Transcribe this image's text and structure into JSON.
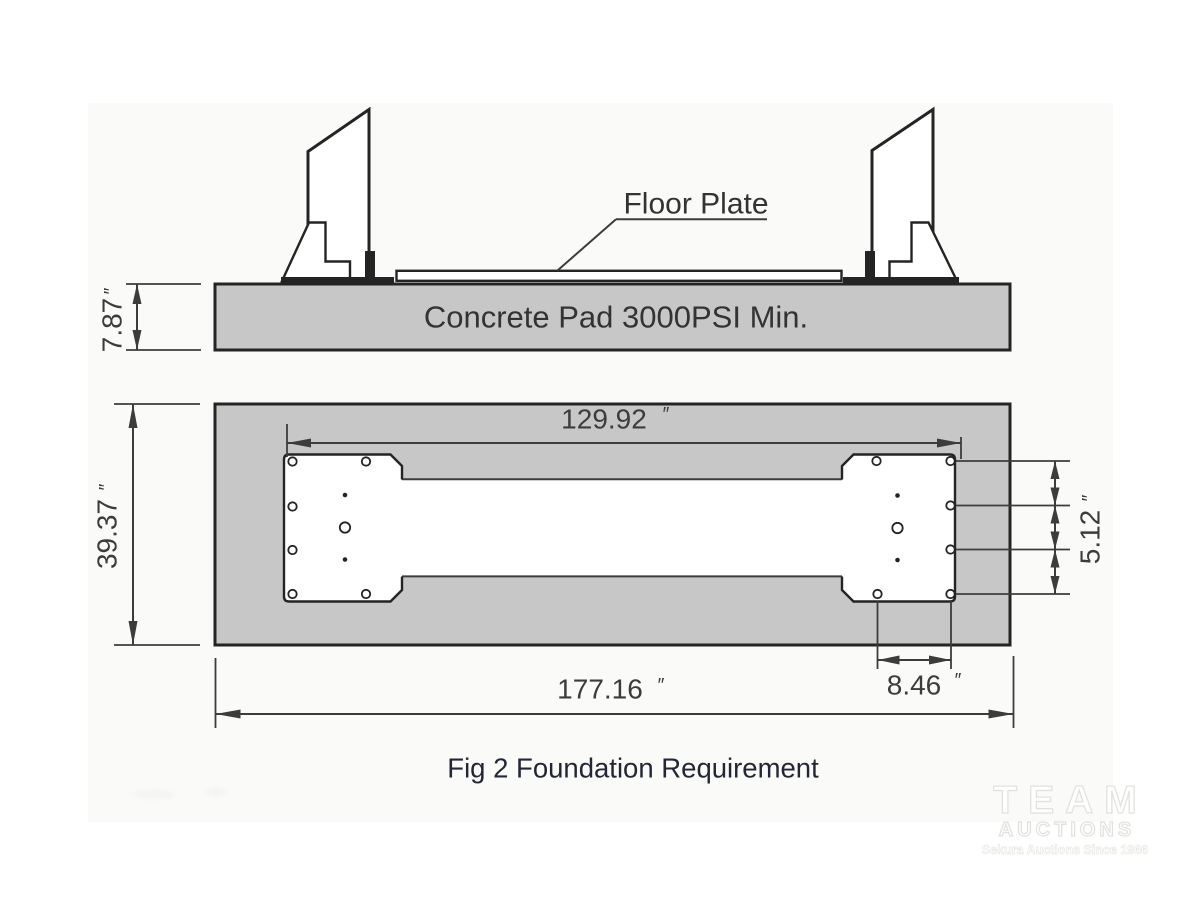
{
  "colors": {
    "pad": "#c7c7c7",
    "line": "#242424",
    "dim": "#3c3c3c",
    "text": "#333333",
    "caption": "#232634",
    "bg": "#fafaf9"
  },
  "elevation": {
    "floor_plate_label": "Floor Plate",
    "pad_label": "Concrete Pad 3000PSI Min.",
    "pad_height": {
      "value": "7.87",
      "unit": "″"
    }
  },
  "plan": {
    "inner_span": {
      "value": "129.92",
      "unit": "″"
    },
    "pad_depth": {
      "value": "39.37",
      "unit": "″"
    },
    "bolt_row_spacing": {
      "value": "5.12",
      "unit": "″"
    },
    "bolt_col_spacing": {
      "value": "8.46",
      "unit": "″"
    },
    "pad_width": {
      "value": "177.16",
      "unit": "″"
    }
  },
  "caption": "Fig 2 Foundation Requirement",
  "watermark": {
    "brand_top": "TEAM",
    "brand_bottom": "AUCTIONS",
    "tagline": "Sekura Auctions Since 1966"
  }
}
